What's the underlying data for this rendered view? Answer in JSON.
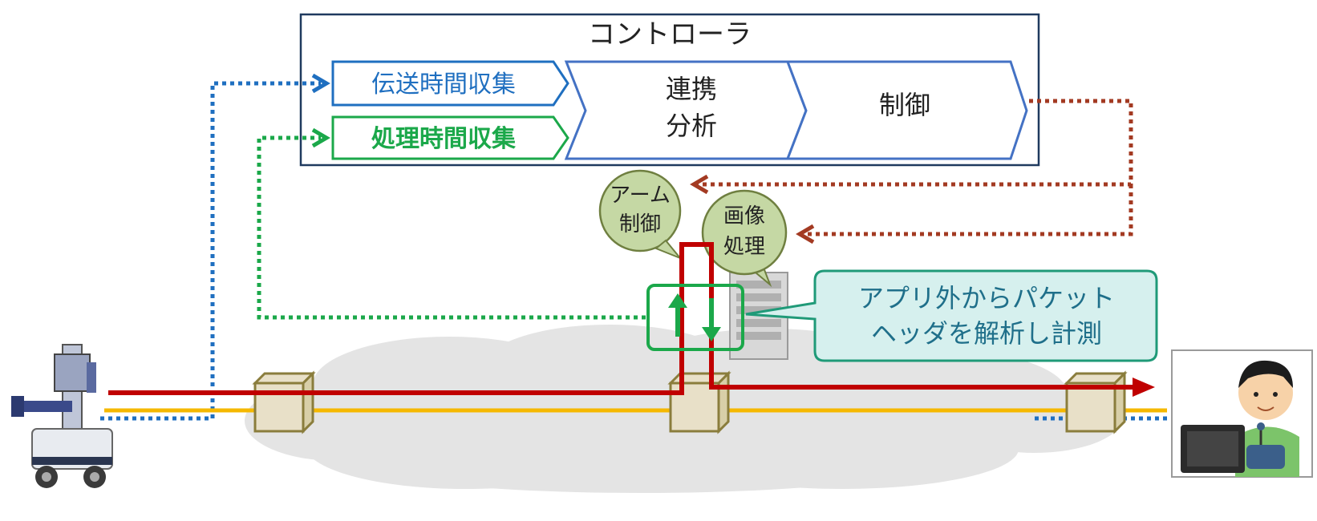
{
  "controller": {
    "title": "コントローラ",
    "stage_transmission": "伝送時間収集",
    "stage_processing": "処理時間収集",
    "stage_analysis_line1": "連携",
    "stage_analysis_line2": "分析",
    "stage_control": "制御"
  },
  "apps": {
    "arm_line1": "アーム",
    "arm_line2": "制御",
    "image_line1": "画像",
    "image_line2": "処理"
  },
  "callout": {
    "line1": "アプリ外からパケット",
    "line2": "ヘッダを解析し計測"
  },
  "colors": {
    "controller_border": "#1f3a5f",
    "transmission_blue": "#1f6fc0",
    "processing_green": "#1ba84a",
    "stage_border": "#4472c4",
    "control_red": "#a33a22",
    "data_flow_red": "#c00000",
    "network_yellow": "#f5b800",
    "bubble_fill": "#c5d8a4",
    "callout_fill": "#d6f0ee",
    "callout_border": "#1f9a78",
    "switch_fill": "#e8e0c8",
    "switch_border": "#8a7d3c",
    "cloud_fill": "#e4e4e4"
  }
}
